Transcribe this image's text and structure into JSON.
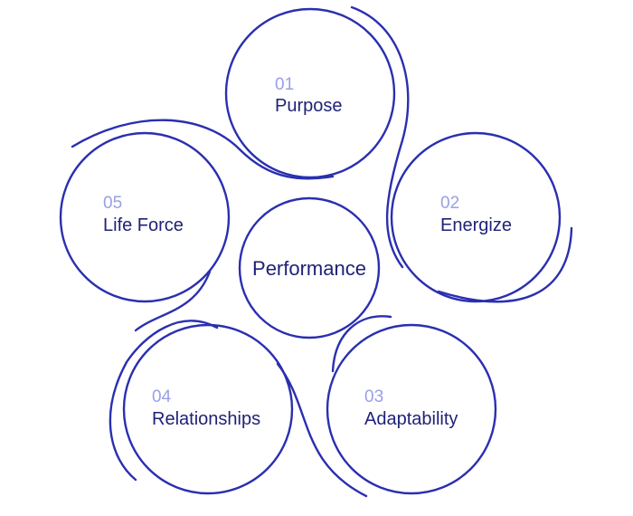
{
  "diagram": {
    "center": {
      "label": "Performance"
    },
    "nodes": [
      {
        "number": "01",
        "label": "Purpose"
      },
      {
        "number": "02",
        "label": "Energize"
      },
      {
        "number": "03",
        "label": "Adaptability"
      },
      {
        "number": "04",
        "label": "Relationships"
      },
      {
        "number": "05",
        "label": "Life Force"
      }
    ],
    "colors": {
      "stroke": "#2a2fb0",
      "number": "#9a9fe6",
      "label": "#1f2277",
      "background": "#ffffff"
    }
  }
}
